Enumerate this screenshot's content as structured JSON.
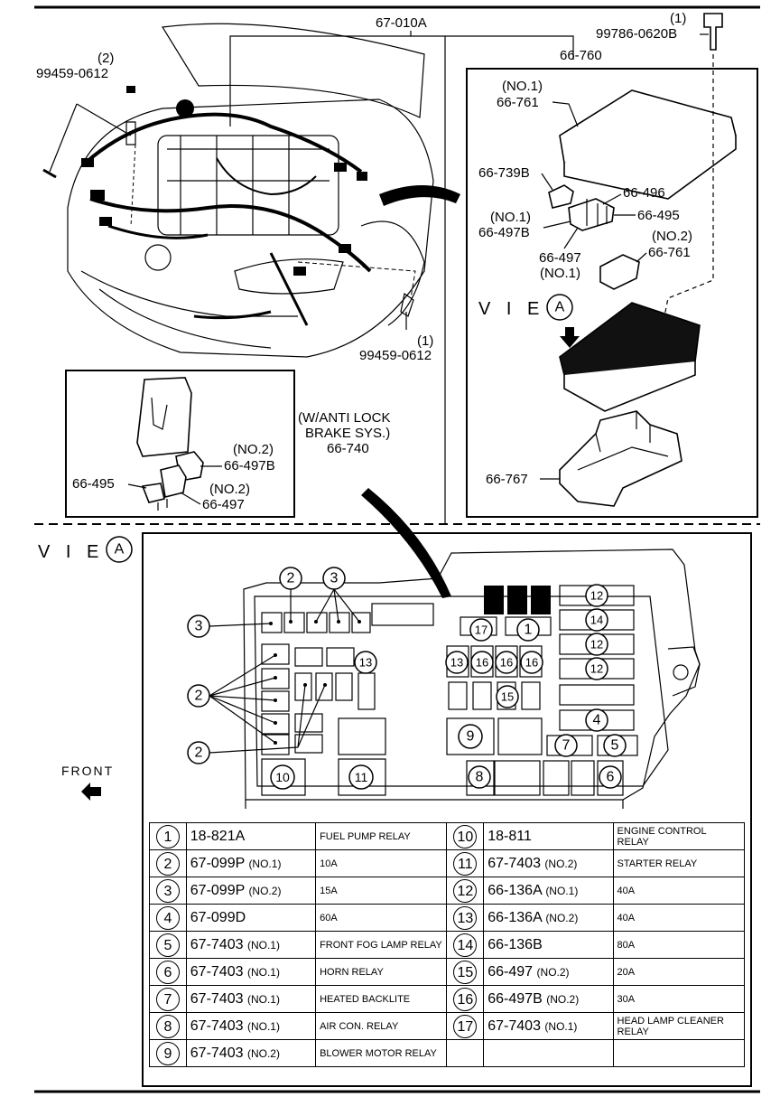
{
  "top_labels": {
    "main_harness": "67-010A",
    "bolt_top_right_qty": "(1)",
    "bolt_top_right": "99786-0620B",
    "fuse_block": "66-760",
    "bolt_left_qty": "(2)",
    "bolt_left": "99459-0612",
    "bolt_lower_qty": "(1)",
    "bolt_lower": "99459-0612"
  },
  "exploded_view": {
    "cover_no1_qty": "(NO.1)",
    "cover_no1": "66-761",
    "fuse_a": "66-739B",
    "fuse_b": "66-496",
    "fuse_c_qty": "(NO.1)",
    "fuse_c": "66-497B",
    "fuse_d": "66-495",
    "fuse_e": "66-497",
    "fuse_e_qty": "(NO.1)",
    "cover_no2_qty": "(NO.2)",
    "cover_no2": "66-761",
    "view_label": "V I E W",
    "view_letter": "A",
    "bracket": "66-767"
  },
  "abs_box": {
    "title_line1": "(W/ANTI LOCK",
    "title_line2": "BRAKE SYS.)",
    "part": "66-740",
    "fuse_497b_qty": "(NO.2)",
    "fuse_497b": "66-497B",
    "fuse_495": "66-495",
    "fuse_497_qty": "(NO.2)",
    "fuse_497": "66-497"
  },
  "view_a": {
    "label": "V I E W",
    "letter": "A",
    "front": "FRONT"
  },
  "callouts": {
    "c1": "1",
    "c2": "2",
    "c3": "3",
    "c4": "4",
    "c5": "5",
    "c6": "6",
    "c7": "7",
    "c8": "8",
    "c9": "9",
    "c10": "10",
    "c11": "11",
    "c12": "12",
    "c13": "13",
    "c14": "14",
    "c15": "15",
    "c16": "16",
    "c17": "17"
  },
  "legend": [
    {
      "n": "1",
      "part": "18-821A",
      "qty": "",
      "desc": "FUEL PUMP  RELAY",
      "n2": "10",
      "part2": "18-811",
      "qty2": "",
      "desc2": "ENGINE CONTROL RELAY"
    },
    {
      "n": "2",
      "part": "67-099P",
      "qty": "(NO.1)",
      "desc": "10A",
      "n2": "11",
      "part2": "67-7403",
      "qty2": "(NO.2)",
      "desc2": "STARTER RELAY"
    },
    {
      "n": "3",
      "part": "67-099P",
      "qty": "(NO.2)",
      "desc": "15A",
      "n2": "12",
      "part2": "66-136A",
      "qty2": "(NO.1)",
      "desc2": "40A"
    },
    {
      "n": "4",
      "part": "67-099D",
      "qty": "",
      "desc": "60A",
      "n2": "13",
      "part2": "66-136A",
      "qty2": "(NO.2)",
      "desc2": "40A"
    },
    {
      "n": "5",
      "part": "67-7403",
      "qty": "(NO.1)",
      "desc": "FRONT FOG LAMP RELAY",
      "n2": "14",
      "part2": "66-136B",
      "qty2": "",
      "desc2": "80A"
    },
    {
      "n": "6",
      "part": "67-7403",
      "qty": "(NO.1)",
      "desc": "HORN RELAY",
      "n2": "15",
      "part2": "66-497",
      "qty2": "(NO.2)",
      "desc2": "20A"
    },
    {
      "n": "7",
      "part": "67-7403",
      "qty": "(NO.1)",
      "desc": "HEATED BACKLITE",
      "n2": "16",
      "part2": "66-497B",
      "qty2": "(NO.2)",
      "desc2": "30A"
    },
    {
      "n": "8",
      "part": "67-7403",
      "qty": "(NO.1)",
      "desc": "AIR CON. RELAY",
      "n2": "17",
      "part2": "67-7403",
      "qty2": "(NO.1)",
      "desc2": "HEAD LAMP CLEANER RELAY"
    },
    {
      "n": "9",
      "part": "67-7403",
      "qty": "(NO.2)",
      "desc": "BLOWER MOTOR RELAY",
      "n2": "",
      "part2": "",
      "qty2": "",
      "desc2": ""
    }
  ]
}
